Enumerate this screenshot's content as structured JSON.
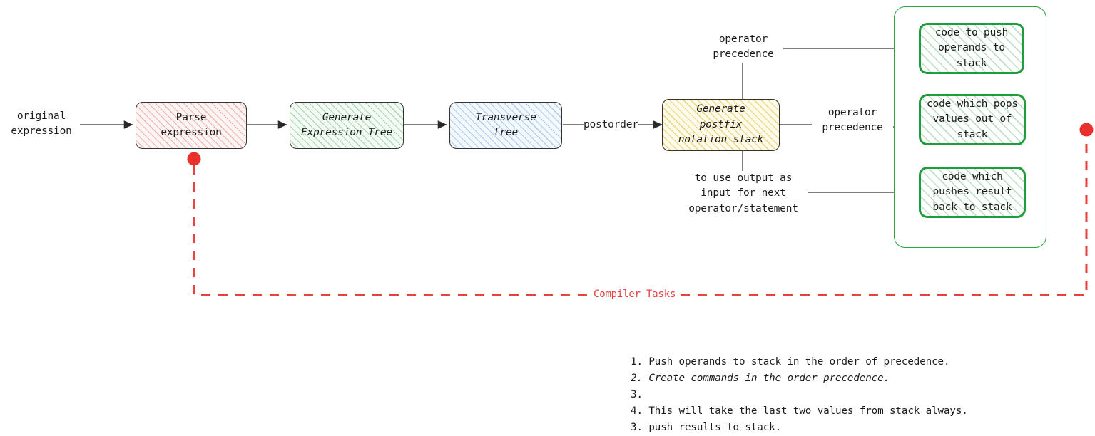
{
  "diagram": {
    "title_label": "Compiler Tasks",
    "accent_red": "#e8403c",
    "accent_green": "#1f9c3b",
    "nodes": [
      {
        "id": "parse",
        "label": "Parse\nexpression",
        "fill": "red"
      },
      {
        "id": "gen_tree",
        "label": "Generate\nExpression Tree",
        "fill": "green"
      },
      {
        "id": "transverse",
        "label": "Transverse\ntree",
        "fill": "blue"
      },
      {
        "id": "postfix",
        "label": "Generate\npostfix\nnotation stack",
        "fill": "yellow"
      },
      {
        "id": "code_push",
        "label": "code to push\noperands to\nstack",
        "fill": "code"
      },
      {
        "id": "code_pop",
        "label": "code which pops\nvalues out of\nstack",
        "fill": "code"
      },
      {
        "id": "code_result",
        "label": "code which\npushes result\nback to stack",
        "fill": "code"
      }
    ],
    "edge_labels": [
      {
        "id": "input",
        "text": "original\nexpression"
      },
      {
        "id": "postorder",
        "text": "postorder"
      },
      {
        "id": "prec_top",
        "text": "operator\nprecedence"
      },
      {
        "id": "prec_mid",
        "text": "operator\nprecedence"
      },
      {
        "id": "output_as_input",
        "text": "to use output as\ninput for next\noperator/statement"
      }
    ],
    "notes": [
      {
        "text": "1. Push operands to stack in the order of precedence.",
        "italic": false
      },
      {
        "text": "2. Create commands in the order precedence.",
        "italic": true
      },
      {
        "text": "3.",
        "italic": false
      },
      {
        "text": "4. This will take the last two values from stack always.",
        "italic": false
      },
      {
        "text": "3. push results to stack.",
        "italic": false
      }
    ]
  }
}
